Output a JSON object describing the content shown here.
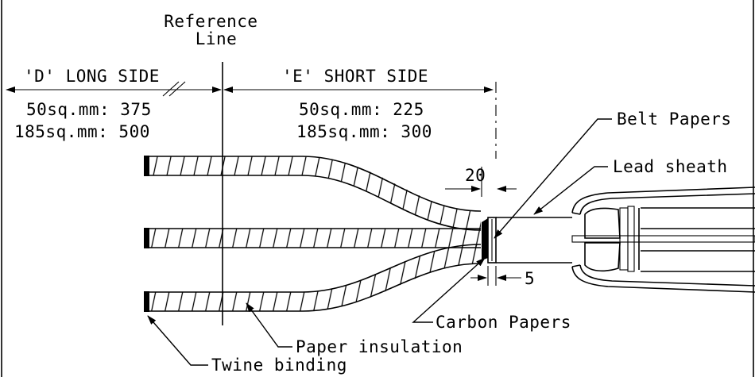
{
  "labels": {
    "reference_line": [
      "Reference",
      "Line"
    ],
    "d_long_side": "'D' LONG SIDE",
    "e_short_side": "'E' SHORT SIDE",
    "d_values": [
      "50sq.mm: 375",
      "185sq.mm: 500"
    ],
    "e_values": [
      "50sq.mm: 225",
      "185sq.mm: 300"
    ],
    "belt_papers": "Belt Papers",
    "lead_sheath": "Lead sheath",
    "carbon_papers": "Carbon Papers",
    "paper_insulation": "Paper insulation",
    "twine_binding": "Twine binding",
    "dim_20": "20",
    "dim_5": "5"
  },
  "colors": {
    "line": "#000000",
    "background": "#ffffff"
  }
}
